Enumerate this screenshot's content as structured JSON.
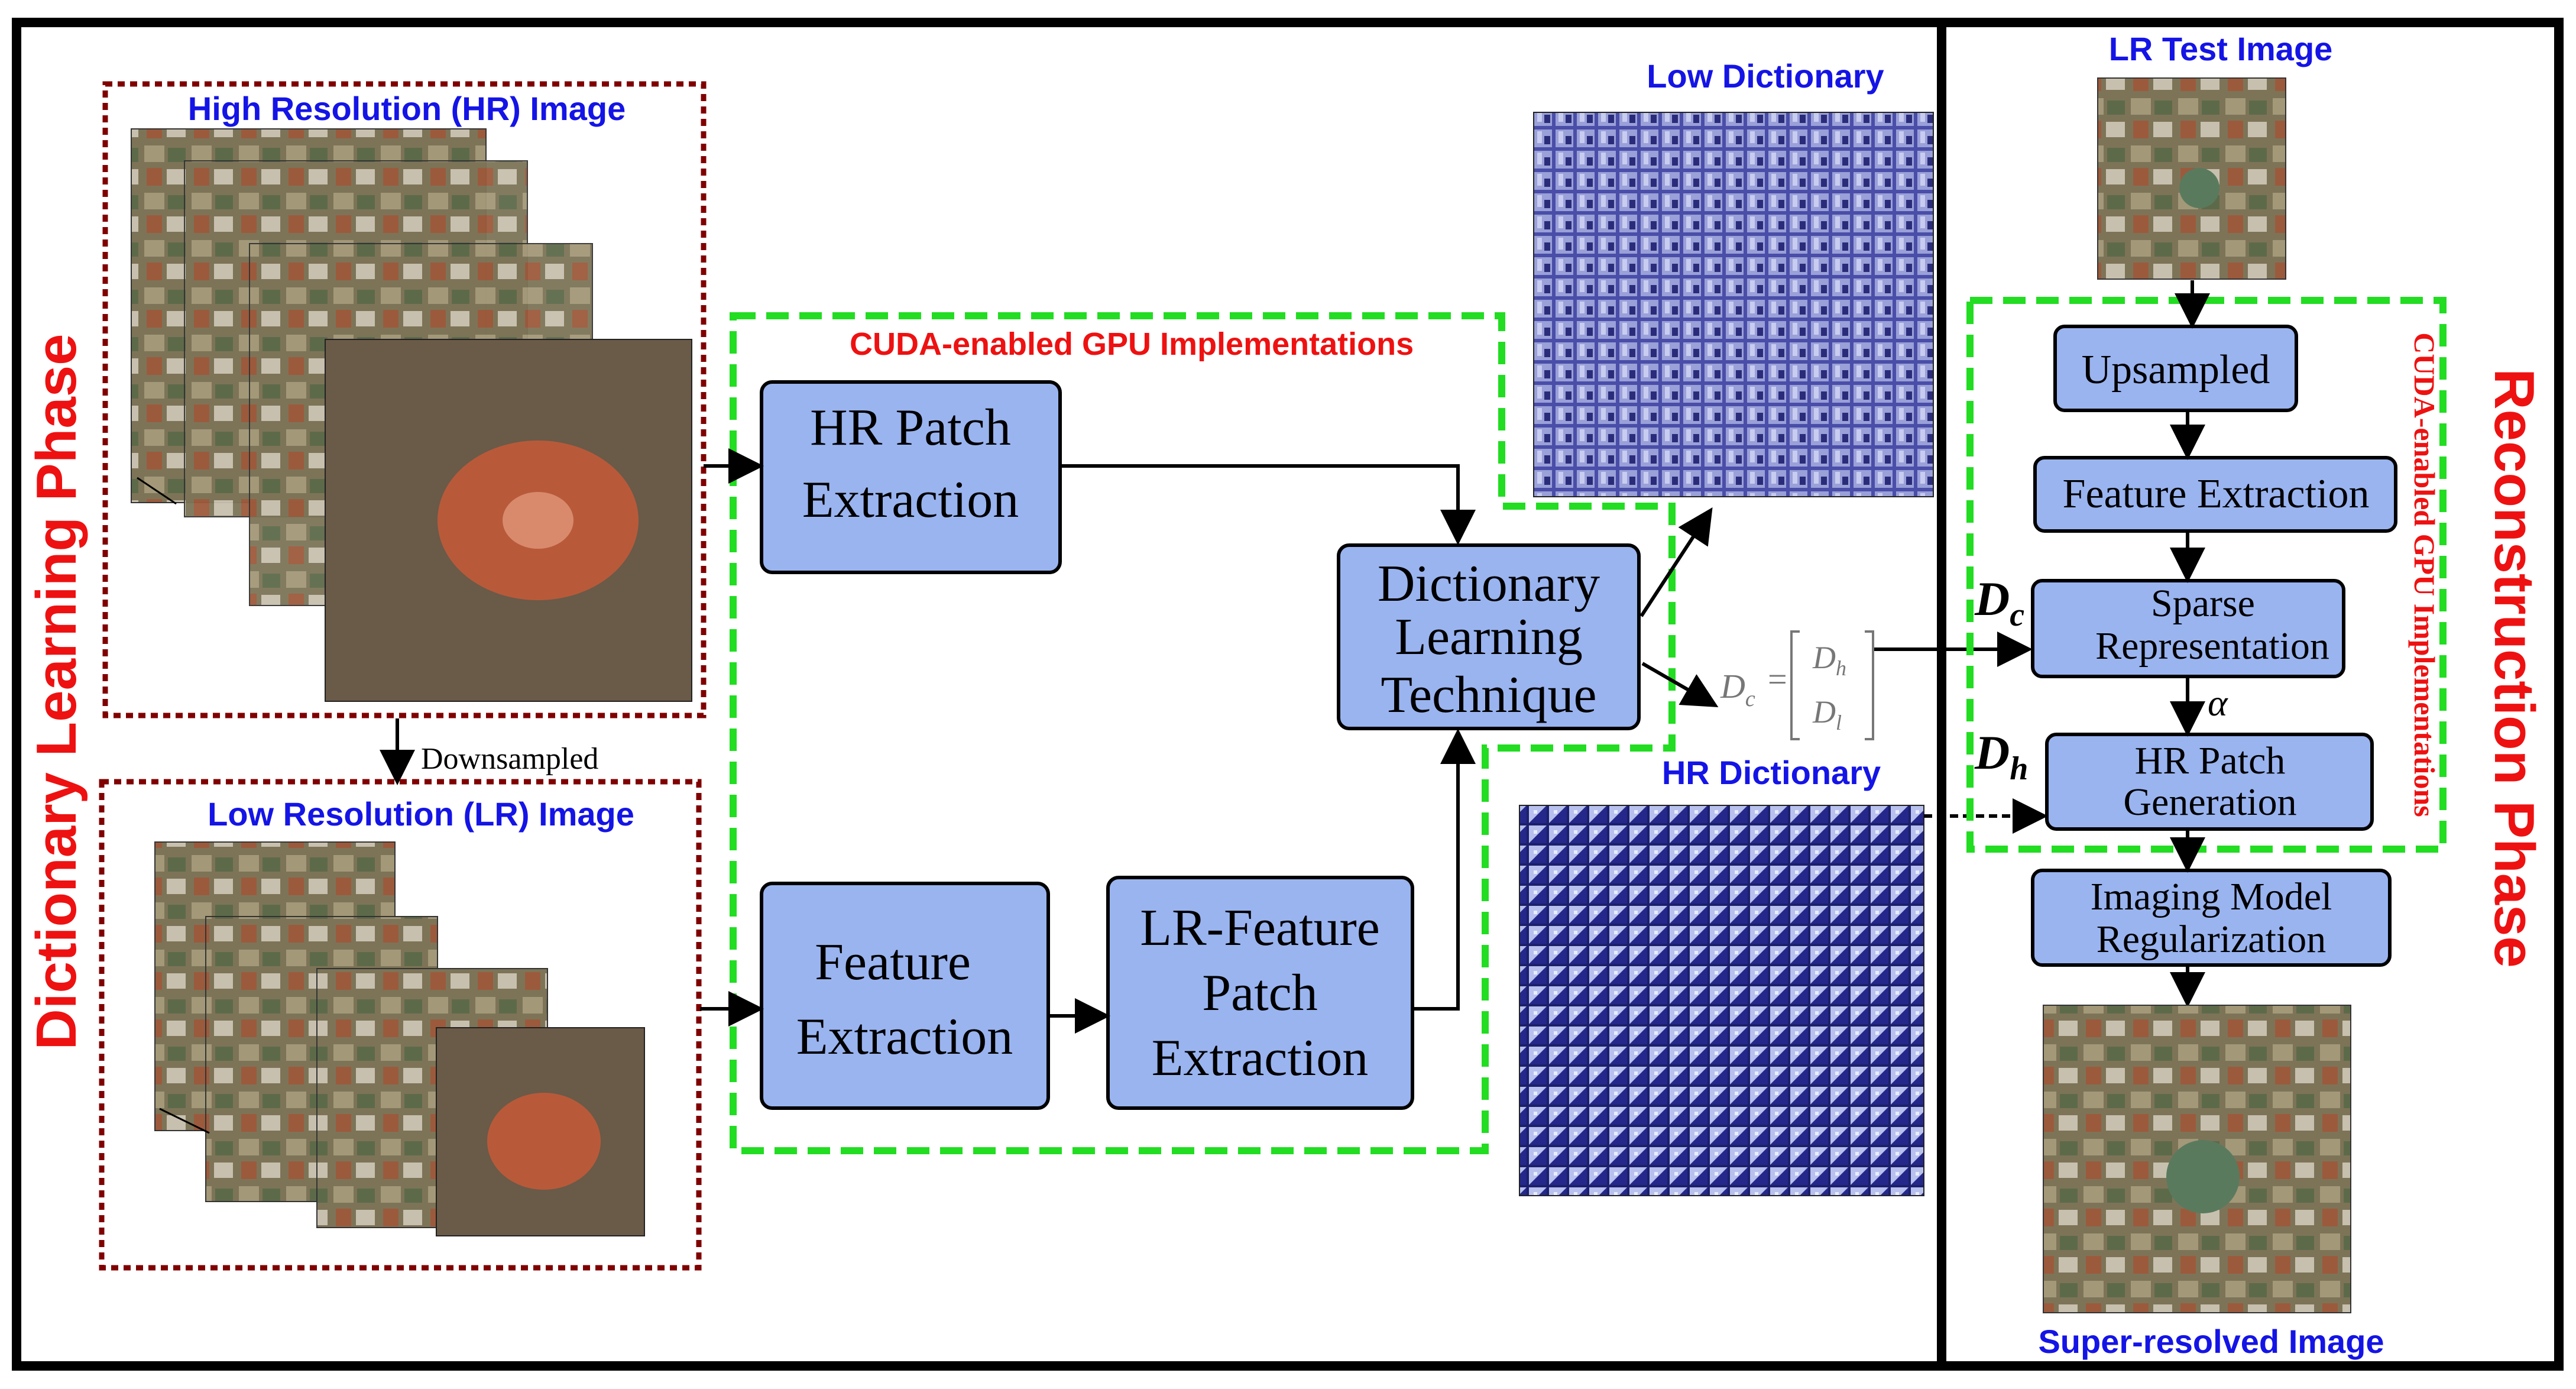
{
  "colors": {
    "frame": "#000000",
    "blue_text": "#1414e6",
    "red_text": "#ee1111",
    "box_fill": "#9ab4f0",
    "dashed_green": "#22dd22",
    "dotted_maroon": "#800000"
  },
  "phases": {
    "learning": "Dictionary Learning Phase",
    "reconstruction": "Reconstruction Phase"
  },
  "learning": {
    "hr_image_title": "High Resolution (HR) Image",
    "lr_image_title": "Low Resolution (LR) Image",
    "downsampled": "Downsampled",
    "gpu_label": "CUDA-enabled GPU Implementations",
    "hr_patch": [
      "HR Patch",
      "Extraction"
    ],
    "feature": [
      "Feature",
      "Extraction"
    ],
    "lr_feature": [
      "LR-Feature",
      "Patch",
      "Extraction"
    ],
    "dict_tech": [
      "Dictionary",
      "Learning",
      "Technique"
    ],
    "low_dictionary": "Low Dictionary",
    "hr_dictionary": "HR Dictionary",
    "equation": {
      "lhs": "D",
      "lhs_sub": "c",
      "eq": "=",
      "top": "D",
      "top_sub": "h",
      "bottom": "D",
      "bottom_sub": "l"
    }
  },
  "reconstruction": {
    "lr_test_image": "LR Test Image",
    "gpu_label": "CUDA-enabled GPU Implementations",
    "upsampled": "Upsampled",
    "feature_extraction": "Feature Extraction",
    "sparse": [
      "Sparse",
      "Representation"
    ],
    "hr_patch_gen": [
      "HR Patch",
      "Generation"
    ],
    "imaging": [
      "Imaging Model",
      "Regularization"
    ],
    "dc_label": "D",
    "dc_sub": "c",
    "dh_label": "D",
    "dh_sub": "h",
    "alpha": "α",
    "super_resolved": "Super-resolved Image"
  }
}
